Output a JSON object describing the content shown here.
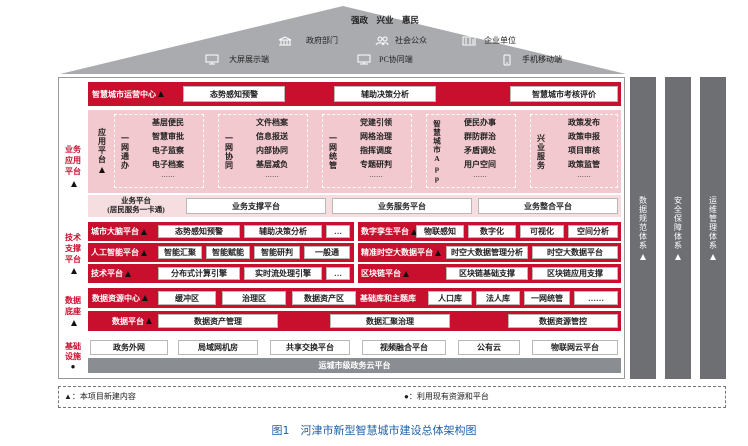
{
  "roof": {
    "slogan": "强政　兴业　惠民",
    "row1": [
      {
        "icon": "building-icon",
        "label": "政府部门"
      },
      {
        "icon": "people-icon",
        "label": "社会公众"
      },
      {
        "icon": "enterprise-icon",
        "label": "企业单位"
      }
    ],
    "row2": [
      {
        "icon": "screen-icon",
        "label": "大屏展示端"
      },
      {
        "icon": "monitor-icon",
        "label": "PC协同端"
      },
      {
        "icon": "phone-icon",
        "label": "手机移动端"
      }
    ]
  },
  "ops_center": {
    "title": "智慧城市运营中心",
    "items": [
      "态势感知预警",
      "辅助决策分析",
      "智慧城市考核评价"
    ]
  },
  "business": {
    "side_label": "业务应用平台",
    "app_platform": "应用平台",
    "groups": [
      {
        "label": "一网通办",
        "items": [
          "基层便民",
          "智慧审批",
          "电子监察",
          "电子档案",
          "……"
        ]
      },
      {
        "label": "一网协同",
        "items": [
          "文件档案",
          "信息报送",
          "内部协同",
          "基层减负",
          "……"
        ]
      },
      {
        "label": "一网统管",
        "items": [
          "党建引领",
          "网格治理",
          "指挥调度",
          "专题研判",
          "……"
        ]
      },
      {
        "label": "智慧城市App",
        "items": [
          "便民办事",
          "群防群治",
          "矛盾调处",
          "用户空间",
          "……"
        ]
      },
      {
        "label": "兴业服务",
        "items": [
          "政策发布",
          "政策申报",
          "项目审核",
          "政策监管",
          "……"
        ]
      }
    ],
    "support_title": "业务平台\n(居民服务一卡通)",
    "support_items": [
      "业务支撑平台",
      "业务服务平台",
      "业务整合平台"
    ]
  },
  "tech": {
    "side_label": "技术支撑平台",
    "rows": [
      {
        "title": "城市大脑平台",
        "items": [
          "态势感知预警",
          "辅助决策分析",
          "…"
        ]
      },
      {
        "title": "数字孪生平台",
        "items": [
          "物联感知",
          "数字化",
          "可视化",
          "空间分析"
        ]
      },
      {
        "title": "人工智能平台",
        "items": [
          "智能汇聚",
          "智能赋能",
          "智能研判",
          "一般通"
        ]
      },
      {
        "title": "精准时空大数据平台",
        "items": [
          "时空大数据管理分析",
          "时空大数据平台"
        ]
      },
      {
        "title": "技术平台",
        "items": [
          "分布式计算引擎",
          "实时流处理引擎",
          "…"
        ]
      },
      {
        "title": "区块链平台",
        "items": [
          "区块链基础支撑",
          "区块链应用支撑"
        ]
      }
    ]
  },
  "data": {
    "side_label": "数据底座",
    "resource_center": "数据资源中心",
    "zones": [
      "缓冲区",
      "治理区",
      "数据资产区"
    ],
    "library_title": "基础库和主题库",
    "libraries": [
      "人口库",
      "法人库",
      "一网统管",
      "……"
    ],
    "platform_title": "数据平台",
    "platform_items": [
      "数据资产管理",
      "数据汇聚治理",
      "数据资源管控"
    ]
  },
  "infra": {
    "side_label": "基础设施",
    "items": [
      "政务外网",
      "局域网机房",
      "共享交换平台",
      "视频融合平台",
      "公有云",
      "物联网云平台"
    ],
    "cloud": "运城市级政务云平台"
  },
  "pillars": [
    "数据规范体系",
    "安全保障体系",
    "运维管理体系"
  ],
  "legend": {
    "new": "▲：本项目新建内容",
    "existing": "●：利用现有资源和平台"
  },
  "caption": "图1　河津市新型智慧城市建设总体架构图",
  "colors": {
    "red": "#c8102e",
    "pink": "#f2c9cf",
    "gray": "#6d6f73",
    "caption": "#1f5fa8"
  }
}
